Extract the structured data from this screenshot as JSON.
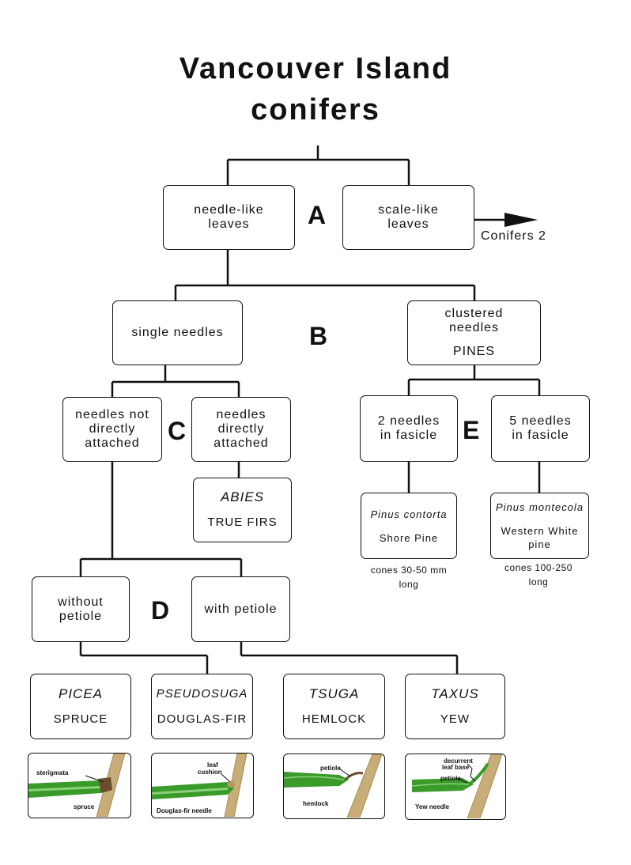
{
  "title": {
    "line1": "Vancouver Island",
    "line2": "conifers"
  },
  "level_A": {
    "letter": "A",
    "left": [
      "needle-like",
      "leaves"
    ],
    "right": [
      "scale-like",
      "leaves"
    ],
    "arrow_target": "Conifers 2"
  },
  "level_B": {
    "letter": "B",
    "left": "single needles",
    "right": [
      "clustered",
      "needles"
    ],
    "right_group": "PINES"
  },
  "level_C": {
    "letter": "C",
    "left": [
      "needles not",
      "directly",
      "attached"
    ],
    "right": [
      "needles",
      "directly",
      "attached"
    ]
  },
  "abies": {
    "genus": "ABIES",
    "common": "TRUE FIRS"
  },
  "level_E": {
    "letter": "E",
    "left": [
      "2 needles",
      "in fasicle"
    ],
    "right": [
      "5 needles",
      "in fasicle"
    ]
  },
  "pinus_contorta": {
    "species": "Pinus contorta",
    "common": "Shore Pine",
    "cones": [
      "cones 30-50 mm",
      "long"
    ]
  },
  "pinus_montecola": {
    "species": "Pinus montecola",
    "common": [
      "Western White",
      "pine"
    ],
    "cones": [
      "cones 100-250",
      "long"
    ]
  },
  "level_D": {
    "letter": "D",
    "left": [
      "without",
      "petiole"
    ],
    "right": "with petiole"
  },
  "genera": [
    {
      "genus": "PICEA",
      "common": "SPRUCE"
    },
    {
      "genus": "PSEUDOSUGA",
      "common": "DOUGLAS-FIR"
    },
    {
      "genus": "TSUGA",
      "common": "HEMLOCK"
    },
    {
      "genus": "TAXUS",
      "common": "YEW"
    }
  ],
  "illustrations": [
    {
      "labels": [
        "sterigmata",
        "spruce"
      ],
      "icon": "spruce-needle-icon"
    },
    {
      "labels": [
        "leaf",
        "cushion",
        "Douglas-fir needle"
      ],
      "icon": "douglas-fir-needle-icon"
    },
    {
      "labels": [
        "petiole",
        "hemlock"
      ],
      "icon": "hemlock-needle-icon"
    },
    {
      "labels": [
        "decurrent",
        "leaf base",
        "petiole",
        "Yew needle"
      ],
      "icon": "yew-needle-icon"
    }
  ],
  "colors": {
    "needle": "#3a9a2a",
    "needle_light": "#8fd07a",
    "twig": "#c8ad78",
    "twig_dark": "#a58a56",
    "stalk": "#6b4c2c"
  }
}
